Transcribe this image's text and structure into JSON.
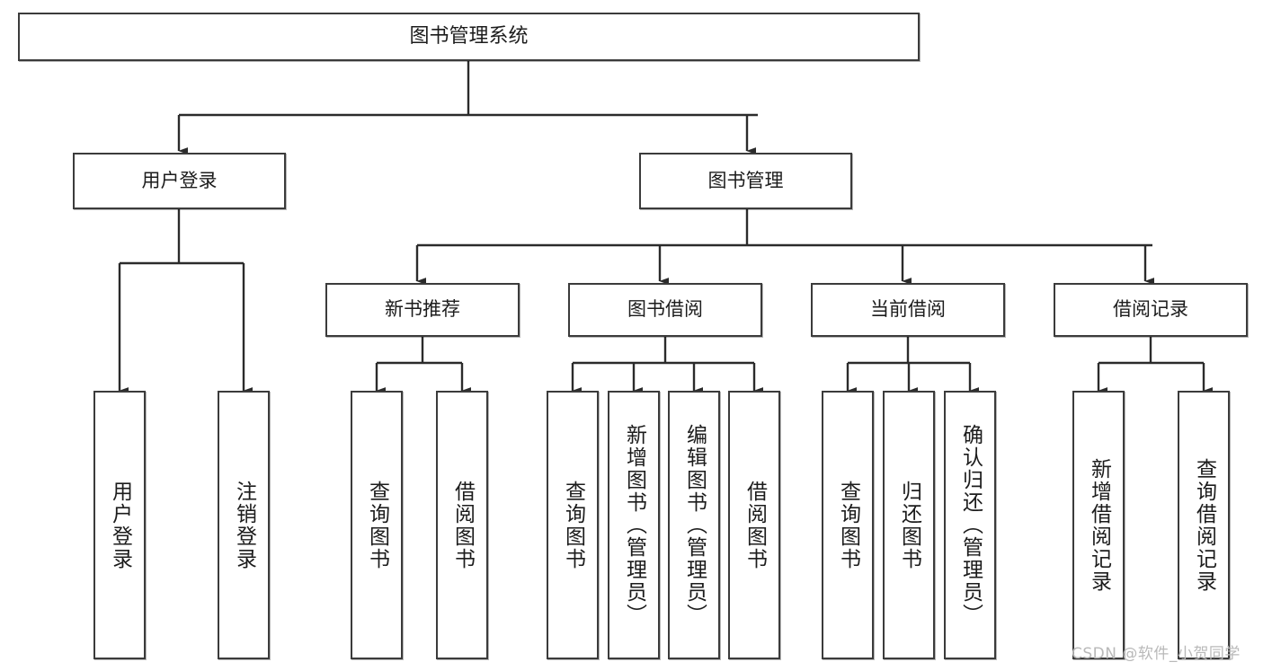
{
  "diagram": {
    "type": "tree-flowchart",
    "title": "图书管理系统",
    "orientation": "top-down",
    "watermark": "CSDN @软件_小贺同学",
    "palette": {
      "background": "#ffffff",
      "box_border": "#3b3b3b",
      "box_fill": "#ffffff",
      "connector": "#2b2b2b",
      "text": "#1c1c1c",
      "watermark": "#b9b9b9"
    },
    "levels": {
      "root": "图书管理系统",
      "level2": [
        "用户登录",
        "图书管理"
      ],
      "level3": [
        "新书推荐",
        "图书借阅",
        "当前借阅",
        "借阅记录"
      ]
    },
    "nodes": {
      "root": {
        "label": "图书管理系统"
      },
      "user_login": {
        "label": "用户登录"
      },
      "book_manage": {
        "label": "图书管理"
      },
      "new_book_rec": {
        "label": "新书推荐"
      },
      "book_borrow": {
        "label": "图书借阅"
      },
      "current_borrow": {
        "label": "当前借阅"
      },
      "borrow_record": {
        "label": "借阅记录"
      },
      "leaf_user_login": {
        "label": "用户登录"
      },
      "leaf_user_logout": {
        "label": "注销登录"
      },
      "leaf_rec_query": {
        "label": "查询图书"
      },
      "leaf_rec_borrow": {
        "label": "借阅图书"
      },
      "leaf_bb_query": {
        "label": "查询图书"
      },
      "leaf_bb_add": {
        "label": "新增图书（管理员）"
      },
      "leaf_bb_edit": {
        "label": "编辑图书（管理员）"
      },
      "leaf_bb_borrow": {
        "label": "借阅图书"
      },
      "leaf_cb_query": {
        "label": "查询图书"
      },
      "leaf_cb_return": {
        "label": "归还图书"
      },
      "leaf_cb_confirm": {
        "label": "确认归还（管理员）"
      },
      "leaf_br_add": {
        "label": "新增借阅记录"
      },
      "leaf_br_query": {
        "label": "查询借阅记录"
      }
    },
    "edges": [
      {
        "from": "root",
        "to": "user_login"
      },
      {
        "from": "root",
        "to": "book_manage"
      },
      {
        "from": "user_login",
        "to": "leaf_user_login"
      },
      {
        "from": "user_login",
        "to": "leaf_user_logout"
      },
      {
        "from": "book_manage",
        "to": "new_book_rec"
      },
      {
        "from": "book_manage",
        "to": "book_borrow"
      },
      {
        "from": "book_manage",
        "to": "current_borrow"
      },
      {
        "from": "book_manage",
        "to": "borrow_record"
      },
      {
        "from": "new_book_rec",
        "to": "leaf_rec_query"
      },
      {
        "from": "new_book_rec",
        "to": "leaf_rec_borrow"
      },
      {
        "from": "book_borrow",
        "to": "leaf_bb_query"
      },
      {
        "from": "book_borrow",
        "to": "leaf_bb_add"
      },
      {
        "from": "book_borrow",
        "to": "leaf_bb_edit"
      },
      {
        "from": "book_borrow",
        "to": "leaf_bb_borrow"
      },
      {
        "from": "current_borrow",
        "to": "leaf_cb_query"
      },
      {
        "from": "current_borrow",
        "to": "leaf_cb_return"
      },
      {
        "from": "current_borrow",
        "to": "leaf_cb_confirm"
      },
      {
        "from": "borrow_record",
        "to": "leaf_br_add"
      },
      {
        "from": "borrow_record",
        "to": "leaf_br_query"
      }
    ]
  }
}
